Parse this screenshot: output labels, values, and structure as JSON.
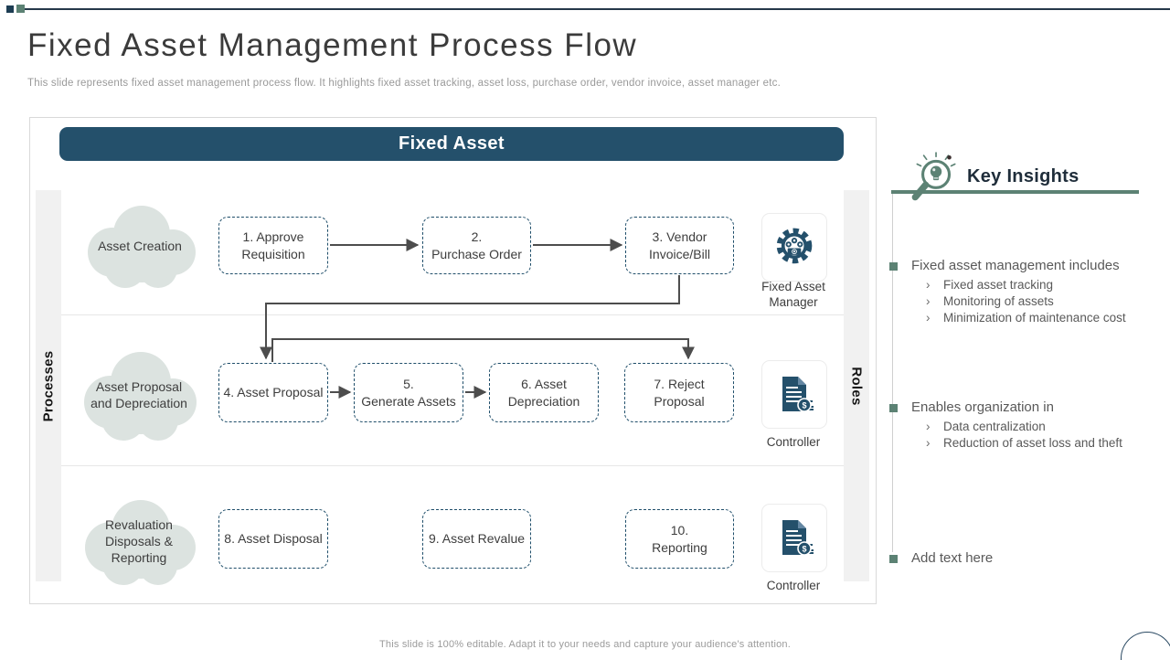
{
  "slide": {
    "title": "Fixed Asset Management Process Flow",
    "subtitle": "This slide represents fixed asset management process flow. It highlights fixed asset tracking, asset loss, purchase order, vendor invoice, asset manager etc.",
    "footer": "This slide is 100% editable. Adapt it to your needs and capture your audience's attention."
  },
  "diagram": {
    "banner": "Fixed Asset",
    "left_axis": "Processes",
    "right_axis": "Roles",
    "rows": [
      {
        "cloud": "Asset Creation",
        "boxes": [
          "1. Approve Requisition",
          "2.\nPurchase Order",
          "3. Vendor Invoice/Bill"
        ],
        "role": {
          "icon": "gear-money-icon",
          "label": "Fixed Asset Manager"
        }
      },
      {
        "cloud": "Asset Proposal and Depreciation",
        "boxes": [
          "4. Asset Proposal",
          "5.\nGenerate Assets",
          "6. Asset Depreciation",
          "7. Reject Proposal"
        ],
        "role": {
          "icon": "invoice-coin-icon",
          "label": "Controller"
        }
      },
      {
        "cloud": "Revaluation Disposals & Reporting",
        "boxes": [
          "8. Asset Disposal",
          "9. Asset Revalue",
          "10.\nReporting"
        ],
        "role": {
          "icon": "invoice-coin-icon",
          "label": "Controller"
        }
      }
    ]
  },
  "key_insights": {
    "title": "Key Insights",
    "icon": "magnifier-bulb-icon",
    "sub_marker": "›",
    "bullets": [
      {
        "label": "Fixed asset management includes",
        "subs": [
          "Fixed asset tracking",
          "Monitoring of assets",
          "Minimization of maintenance cost"
        ]
      },
      {
        "label": "Enables organization in",
        "subs": [
          "Data centralization",
          "Reduction of asset loss and theft"
        ]
      },
      {
        "label": "Add text here",
        "subs": []
      }
    ]
  },
  "colors": {
    "navy": "#24506b",
    "teal_accent": "#5c8274",
    "cloud_fill": "#dce3e0",
    "arrow": "#4d4d4d",
    "body_text": "#595959"
  }
}
